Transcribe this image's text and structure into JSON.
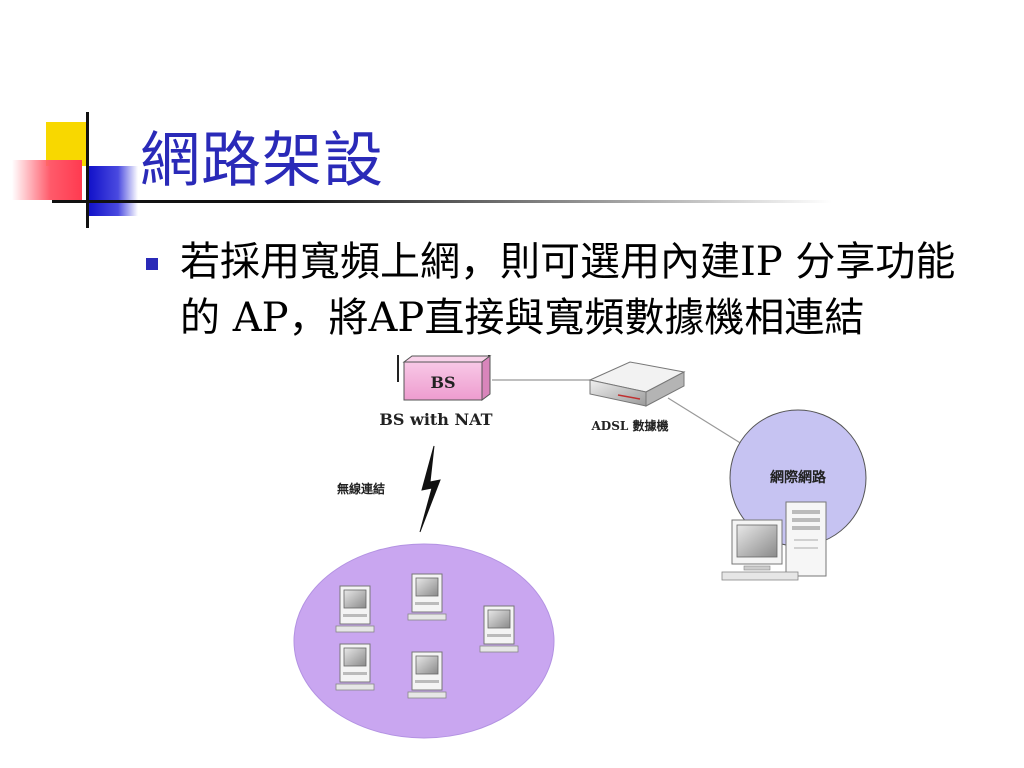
{
  "slide": {
    "title": "網路架設",
    "bullet": "若採用寬頻上網，則可選用內建IP 分享功能的 AP，將AP直接與寬頻數據機相連結"
  },
  "diagram": {
    "bs_box_label": "BS",
    "bs_caption": "BS with NAT",
    "modem_caption": "ADSL 數據機",
    "wireless_label": "無線連結",
    "internet_label": "網際網路"
  },
  "colors": {
    "title": "#2a2ab8",
    "bullet": "#2a2ab8",
    "lan_cloud": "#c9a6f0",
    "internet_cloud": "#c6c3f2",
    "bs_box": "#f4a9d8"
  }
}
